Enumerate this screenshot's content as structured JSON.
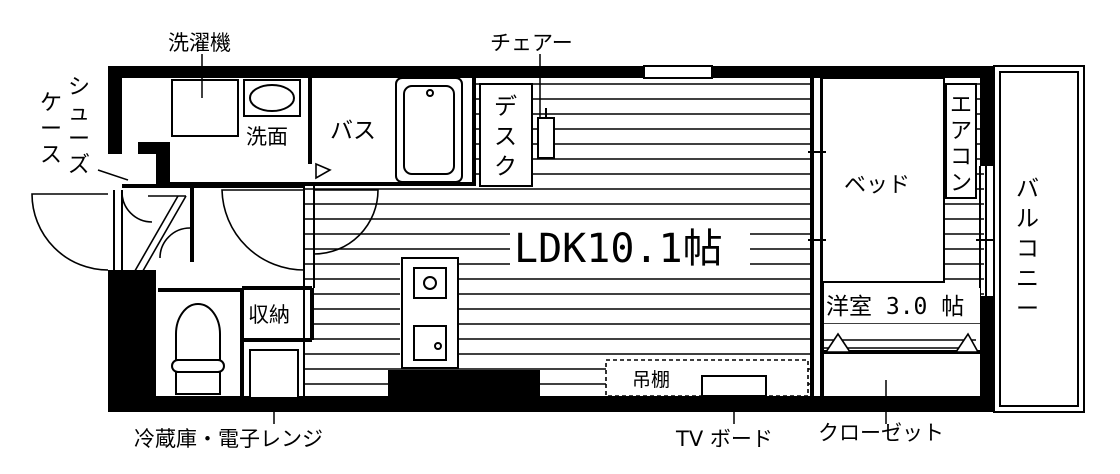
{
  "floorplan": {
    "ldk": "LDK10.1帖",
    "western_room": "洋室 3.0 帖",
    "bath": "バス",
    "washroom": "洗面",
    "storage": "収納",
    "hanging_shelf": "吊棚",
    "desk": [
      "デ",
      "ス",
      "ク"
    ],
    "bed": "ベッド",
    "aircon": [
      "エ",
      "ア",
      "コ",
      "ン"
    ],
    "balcony": [
      "バ",
      "ル",
      "コ",
      "ニ",
      "ー"
    ],
    "shoes_case_col1": [
      "シ",
      "ュ",
      "ー",
      "ズ"
    ],
    "shoes_case_col2": [
      "ケ",
      "ー",
      "ス"
    ]
  },
  "callouts": {
    "washing_machine": "洗濯機",
    "chair": "チェアー",
    "fridge_microwave": "冷蔵庫・電子レンジ",
    "tv_board": "TV ボード",
    "closet": "クローゼット"
  }
}
